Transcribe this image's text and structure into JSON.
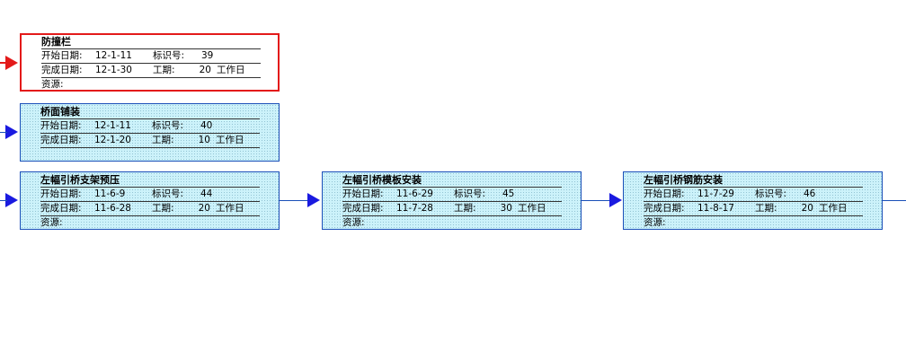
{
  "labels": {
    "start": "开始日期:",
    "finish": "完成日期:",
    "id": "标识号:",
    "duration": "工期:",
    "resource": "资源:"
  },
  "colors": {
    "critical": "#e31a1a",
    "normal_border": "#1a4fb8",
    "normal_fill": "#ccf2fa",
    "arrow": "#1a1ae0"
  },
  "tasks": [
    {
      "name": "防撞栏",
      "start": "12-1-11",
      "finish": "12-1-30",
      "id": "39",
      "duration": "20",
      "unit": "工作日",
      "resource": "",
      "critical": true
    },
    {
      "name": "桥面铺装",
      "start": "12-1-11",
      "finish": "12-1-20",
      "id": "40",
      "duration": "10",
      "unit": "工作日",
      "critical": false
    },
    {
      "name": "左幅引桥支架预压",
      "start": "11-6-9",
      "finish": "11-6-28",
      "id": "44",
      "duration": "20",
      "unit": "工作日",
      "resource": "",
      "critical": false
    },
    {
      "name": "左幅引桥模板安装",
      "start": "11-6-29",
      "finish": "11-7-28",
      "id": "45",
      "duration": "30",
      "unit": "工作日",
      "resource": "",
      "critical": false
    },
    {
      "name": "左幅引桥钢筋安装",
      "start": "11-7-29",
      "finish": "11-8-17",
      "id": "46",
      "duration": "20",
      "unit": "工作日",
      "resource": "",
      "critical": false
    }
  ]
}
